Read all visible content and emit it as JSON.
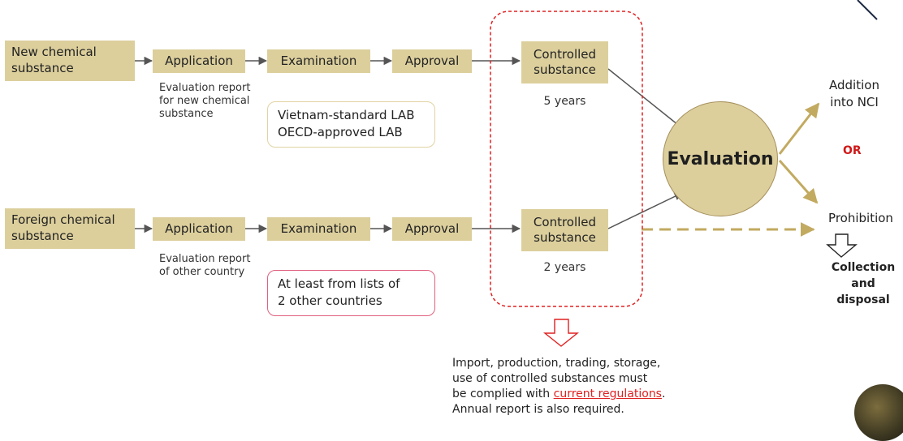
{
  "rows": {
    "new": {
      "source": "New chemical substance",
      "application": "Application",
      "examination": "Examination",
      "approval": "Approval",
      "controlled": "Controlled substance",
      "duration": "5 years",
      "report_note": "Evaluation report for new chemical substance",
      "labs": [
        "Vietnam-standard LAB",
        "OECD-approved LAB"
      ]
    },
    "foreign": {
      "source": "Foreign chemical substance",
      "application": "Application",
      "examination": "Examination",
      "approval": "Approval",
      "controlled": "Controlled substance",
      "duration": "2 years",
      "report_note": "Evaluation report of other country",
      "lists": [
        "At least from lists of",
        "2 other countries"
      ]
    }
  },
  "evaluation": "Evaluation",
  "outcomes": {
    "addition": "Addition into NCI",
    "or": "OR",
    "prohibition": "Prohibition",
    "collection": "Collection and disposal"
  },
  "note": {
    "lines": [
      "Import, production, trading, storage,",
      "use of controlled substances must"
    ],
    "line3_prefix": "be complied with ",
    "link": "current regulations",
    "line3_suffix": ".",
    "line4": "Annual report is also required."
  },
  "colors": {
    "box_fill": "#dccf9c",
    "gold_arrow": "#c2aa60",
    "dashed_red": "#e02020",
    "pink_border": "#e0607e"
  }
}
